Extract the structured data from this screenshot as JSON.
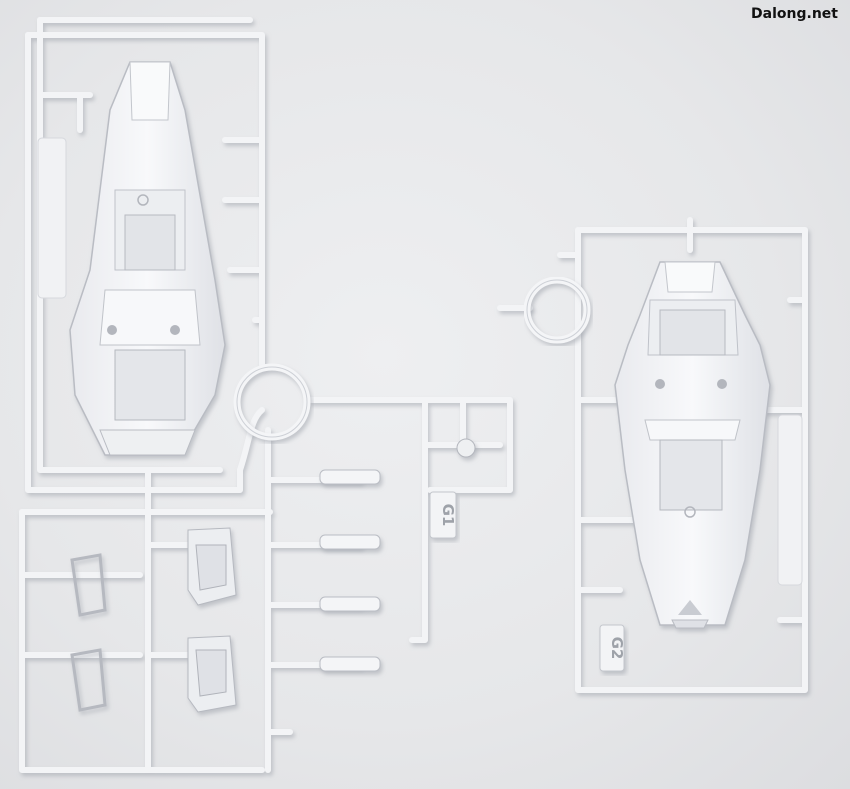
{
  "watermark": "Dalong.net",
  "sprue_labels": {
    "g1": "G1",
    "g2": "G2"
  },
  "colors": {
    "background": "#e7e8ea",
    "plastic": "#f4f5f7",
    "plastic_edge": "#b9bcc3",
    "plastic_shadow": "#c9ccd2"
  }
}
